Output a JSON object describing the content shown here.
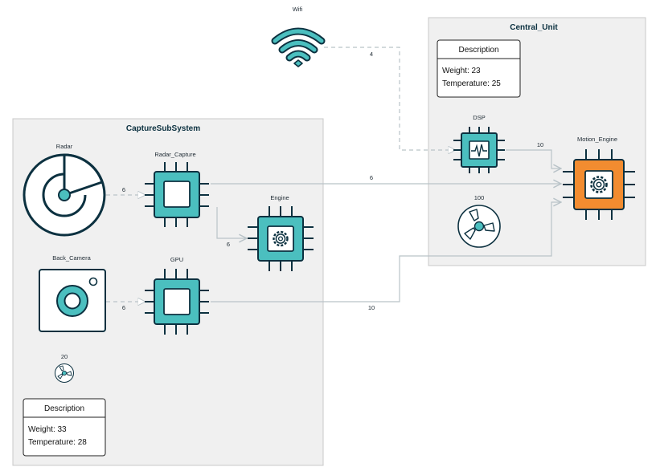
{
  "groups": {
    "central_unit": {
      "title": "Central_Unit"
    },
    "capture": {
      "title": "CaptureSubSystem"
    }
  },
  "nodes": {
    "wifi": {
      "label": "Wifi",
      "icon": "wifi-icon"
    },
    "dsp": {
      "label": "DSP",
      "icon": "chip-waveform-icon"
    },
    "motion_engine": {
      "label": "Motion_Engine",
      "icon": "chip-gear-icon"
    },
    "fan_central": {
      "label": "100",
      "icon": "fan-icon"
    },
    "radar": {
      "label": "Radar",
      "icon": "radar-icon"
    },
    "radar_capture": {
      "label": "Radar_Capture",
      "icon": "chip-icon"
    },
    "engine": {
      "label": "Engine",
      "icon": "chip-gear-icon"
    },
    "back_camera": {
      "label": "Back_Camera",
      "icon": "camera-icon"
    },
    "gpu": {
      "label": "GPU",
      "icon": "chip-icon"
    },
    "fan_capture": {
      "label": "20",
      "icon": "fan-icon"
    }
  },
  "desc_central": {
    "header": "Description",
    "weight": "Weight: 23",
    "temperature": "Temperature: 25"
  },
  "desc_capture": {
    "header": "Description",
    "weight": "Weight: 33",
    "temperature": "Temperature: 28"
  },
  "edges": {
    "wifi_dsp": "4",
    "dsp_motion": "10",
    "radarcap_motion": "6",
    "gpu_motion": "10",
    "radar_radarcap": "6",
    "radarcap_engine": "6",
    "camera_gpu": "6"
  },
  "colors": {
    "teal": "#4bbfbf",
    "dark": "#0c3140",
    "orange": "#f28c30",
    "group_fill": "#f0f0f0",
    "group_stroke": "#c8c8c8",
    "edge": "#b9c3c8"
  }
}
